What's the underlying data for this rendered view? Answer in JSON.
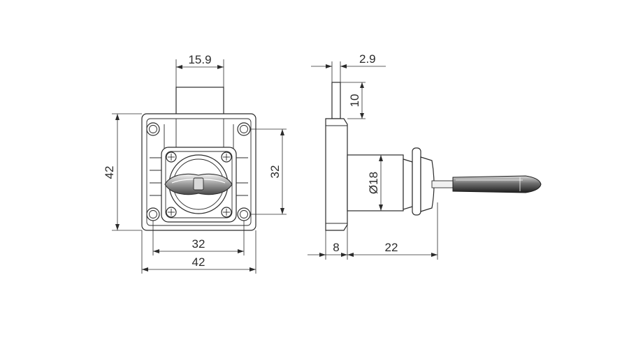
{
  "diagram": {
    "front_view": {
      "top_width": "15.9",
      "overall_height": "42",
      "screw_spacing_vertical": "32",
      "screw_spacing_horizontal": "32",
      "overall_width": "42"
    },
    "side_view": {
      "bolt_thickness": "2.9",
      "bolt_projection": "10",
      "cylinder_diameter": "Ø18",
      "flange_depth": "8",
      "cylinder_length": "22"
    }
  }
}
